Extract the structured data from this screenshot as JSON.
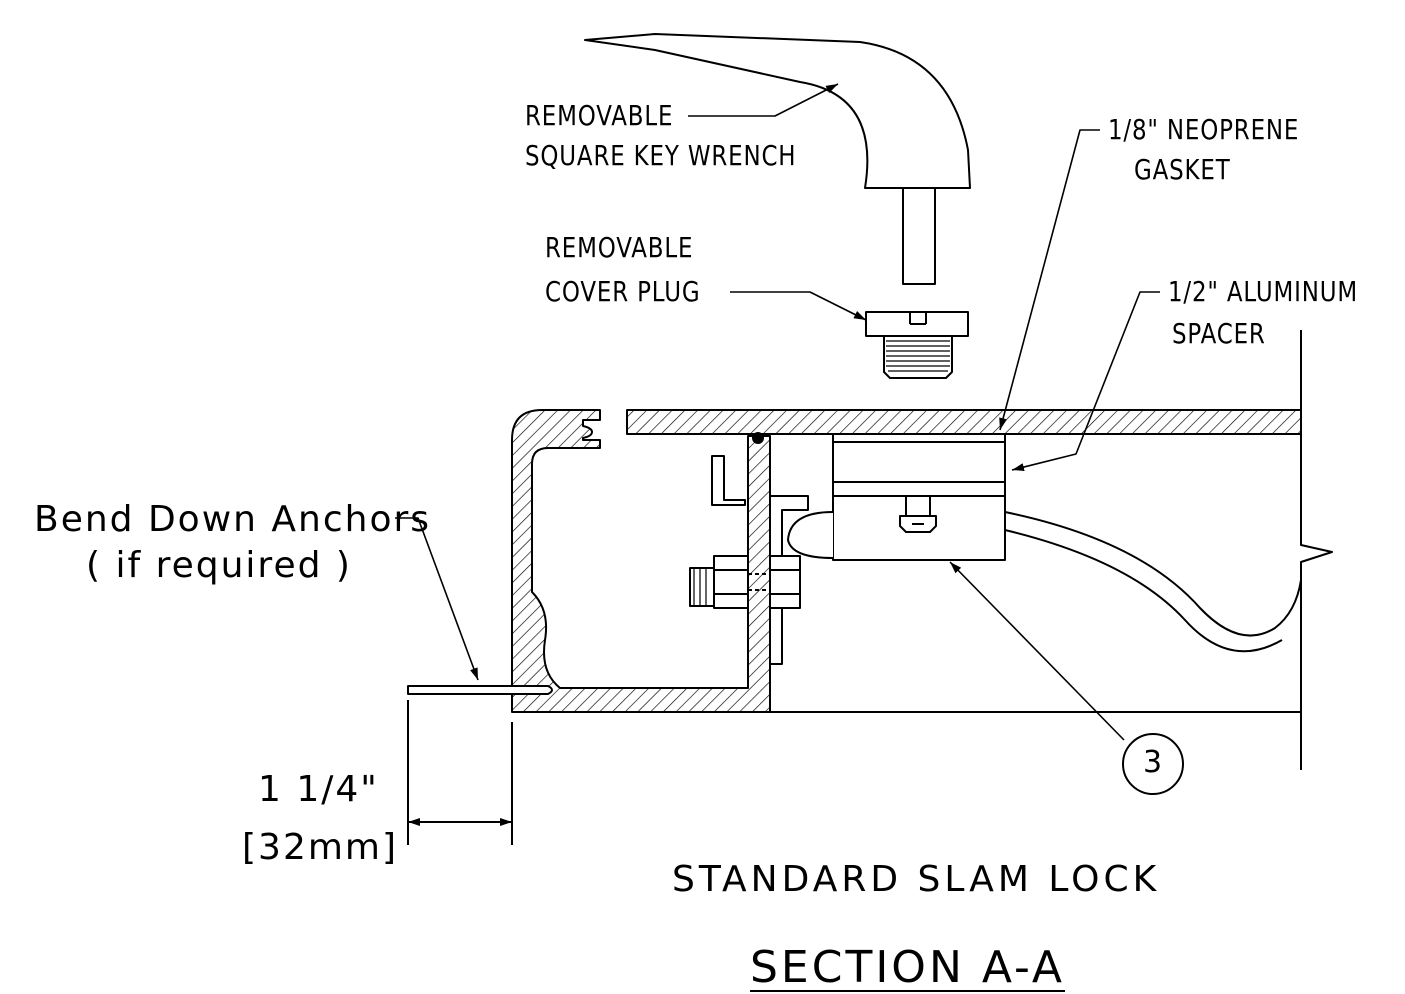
{
  "labels": {
    "key_wrench_line1": "REMOVABLE",
    "key_wrench_line2": "SQUARE KEY WRENCH",
    "cover_plug_line1": "REMOVABLE",
    "cover_plug_line2": "COVER PLUG",
    "gasket_line1": "1/8\" NEOPRENE",
    "gasket_line2": "GASKET",
    "spacer_line1": "1/2\" ALUMINUM",
    "spacer_line2": "SPACER",
    "anchors_line1": "Bend Down Anchors",
    "anchors_line2": "( if required )",
    "dim_imperial": "1 1/4\"",
    "dim_metric": "[32mm]",
    "callout_number": "3",
    "subtitle": "STANDARD SLAM LOCK",
    "title": "SECTION A-A"
  },
  "colors": {
    "line": "#000000",
    "background": "#ffffff"
  }
}
